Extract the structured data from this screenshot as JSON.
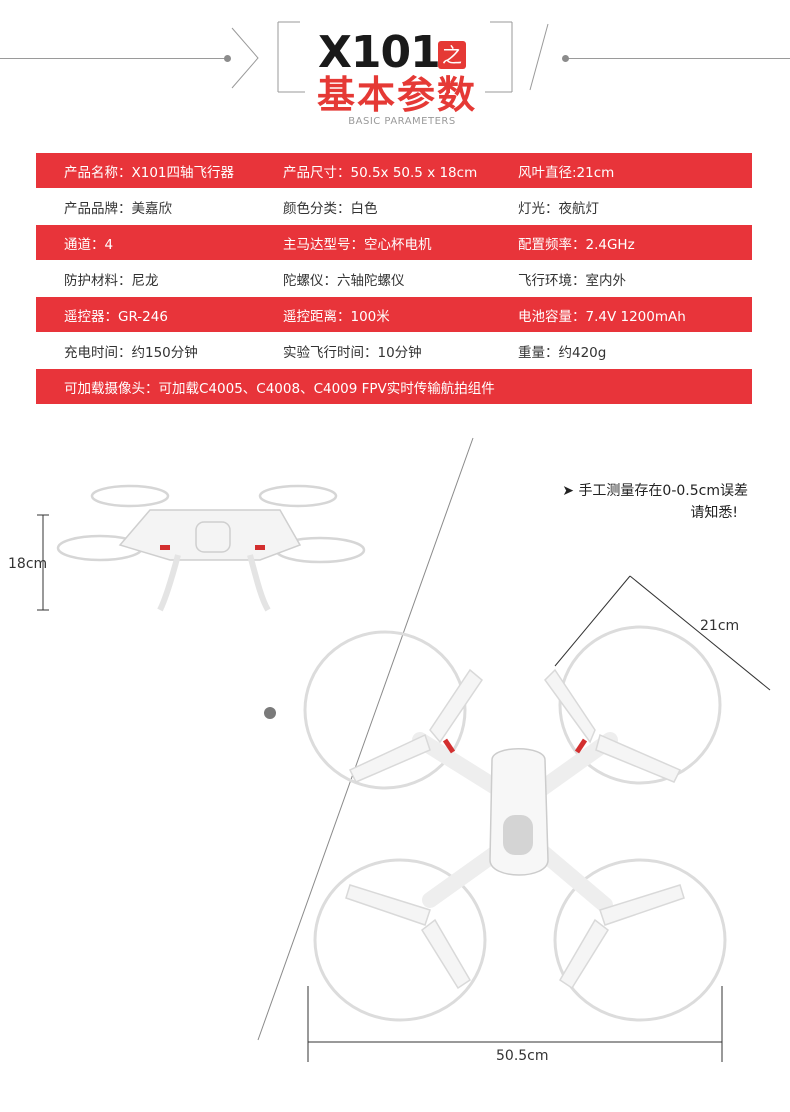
{
  "header": {
    "model": "X101",
    "suffix": "之",
    "title_cn": "基本参数",
    "title_en": "BASIC PARAMETERS"
  },
  "specs": {
    "rows": [
      {
        "red": true,
        "cells": [
          "产品名称：X101四轴飞行器",
          "产品尺寸：50.5x 50.5 x 18cm",
          "风叶直径:21cm"
        ]
      },
      {
        "red": false,
        "cells": [
          "产品品牌：美嘉欣",
          "颜色分类：白色",
          "灯光：夜航灯"
        ]
      },
      {
        "red": true,
        "cells": [
          "通道：4",
          "主马达型号：空心杯电机",
          "配置频率：2.4GHz"
        ]
      },
      {
        "red": false,
        "cells": [
          "防护材料：尼龙",
          "陀螺仪：六轴陀螺仪",
          "飞行环境：室内外"
        ]
      },
      {
        "red": true,
        "cells": [
          "遥控器：GR-246",
          "遥控距离：100米",
          "电池容量：7.4V 1200mAh"
        ]
      },
      {
        "red": false,
        "cells": [
          "充电时间：约150分钟",
          "实验飞行时间：10分钟",
          "重量：约420g"
        ]
      }
    ],
    "full_row": "可加载摄像头：可加载C4005、C4008、C4009 FPV实时传输航拍组件"
  },
  "diagram": {
    "note_line1": "手工测量存在0-0.5cm误差",
    "note_line2": "请知悉!",
    "note_arrow": "➤",
    "height_label": "18cm",
    "blade_label": "21cm",
    "width_label": "50.5cm"
  },
  "colors": {
    "accent_red": "#e8343a",
    "title_red": "#e53935"
  }
}
